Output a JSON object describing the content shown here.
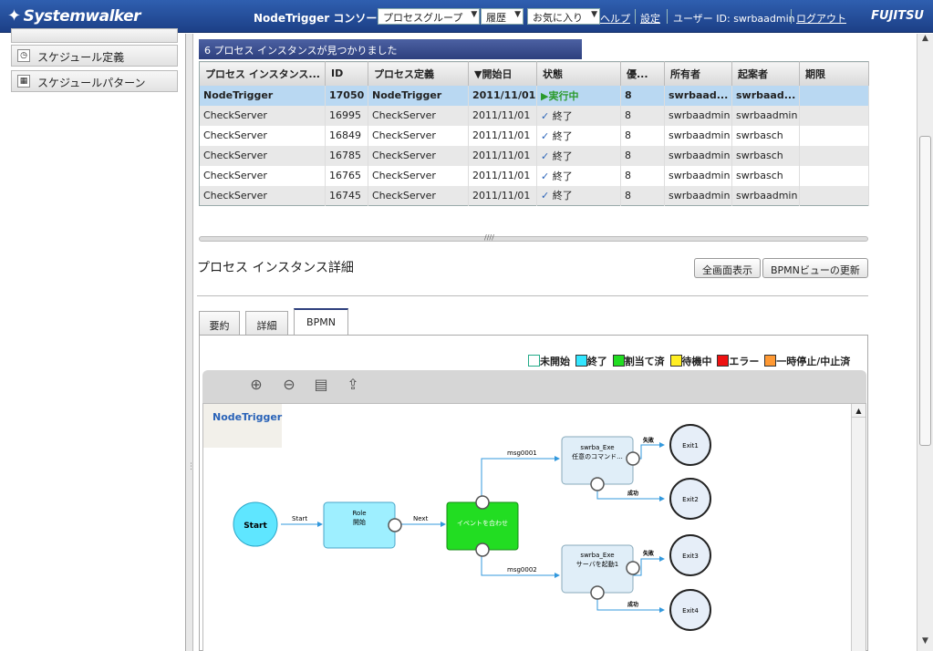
{
  "header": {
    "logo": "Systemwalker",
    "console_title": "NodeTrigger コンソール",
    "menus": [
      "プロセスグループ",
      "履歴",
      "お気に入り"
    ],
    "help": "ヘルプ",
    "settings": "設定",
    "user_label": "ユーザー ID: swrbaadmin",
    "logout": "ログアウト",
    "brand": "FUJITSU"
  },
  "sidebar": {
    "items": [
      {
        "label": "スケジュール定義"
      },
      {
        "label": "スケジュールパターン"
      }
    ]
  },
  "main": {
    "found_text": "6 プロセス インスタンスが見つかりました",
    "columns": [
      "プロセス インスタンス...",
      "ID",
      "プロセス定義",
      "▼開始日",
      "状態",
      "優...",
      "所有者",
      "起案者",
      "期限"
    ],
    "rows": [
      {
        "name": "NodeTrigger",
        "id": "17050",
        "def": "NodeTrigger",
        "date": "2011/11/01",
        "status": "実行中",
        "priority": "8",
        "owner": "swrbaad...",
        "initiator": "swrbaad...",
        "due": ""
      },
      {
        "name": "CheckServer",
        "id": "16995",
        "def": "CheckServer",
        "date": "2011/11/01",
        "status": "終了",
        "priority": "8",
        "owner": "swrbaadmin",
        "initiator": "swrbaadmin",
        "due": ""
      },
      {
        "name": "CheckServer",
        "id": "16849",
        "def": "CheckServer",
        "date": "2011/11/01",
        "status": "終了",
        "priority": "8",
        "owner": "swrbaadmin",
        "initiator": "swrbasch",
        "due": ""
      },
      {
        "name": "CheckServer",
        "id": "16785",
        "def": "CheckServer",
        "date": "2011/11/01",
        "status": "終了",
        "priority": "8",
        "owner": "swrbaadmin",
        "initiator": "swrbasch",
        "due": ""
      },
      {
        "name": "CheckServer",
        "id": "16765",
        "def": "CheckServer",
        "date": "2011/11/01",
        "status": "終了",
        "priority": "8",
        "owner": "swrbaadmin",
        "initiator": "swrbasch",
        "due": ""
      },
      {
        "name": "CheckServer",
        "id": "16745",
        "def": "CheckServer",
        "date": "2011/11/01",
        "status": "終了",
        "priority": "8",
        "owner": "swrbaadmin",
        "initiator": "swrbaadmin",
        "due": ""
      }
    ],
    "detail_title": "プロセス インスタンス詳細",
    "fullscreen_button": "全画面表示",
    "refresh_button": "BPMNビューの更新",
    "tabs": [
      "要約",
      "詳細",
      "BPMN"
    ],
    "legend": [
      {
        "label": "未開始",
        "color": "#ffffff"
      },
      {
        "label": "終了",
        "color": "#33e6ff"
      },
      {
        "label": "割当て済",
        "color": "#22dd22"
      },
      {
        "label": "待機中",
        "color": "#ffee22"
      },
      {
        "label": "エラー",
        "color": "#ee1111"
      },
      {
        "label": "一時停止/中止済",
        "color": "#ff9933"
      }
    ],
    "diagram": {
      "title": "NodeTrigger",
      "start": "Start",
      "role_top": "Role",
      "role_bottom": "開始",
      "wait": "イベントを合わせ",
      "exe1_top": "swrba_Exe",
      "exe1_bottom": "任意のコマンド...",
      "exe2_top": "swrba_Exe",
      "exe2_bottom": "サーバを起動1",
      "exit1": "Exit1",
      "exit2": "Exit2",
      "exit3": "Exit3",
      "exit4": "Exit4",
      "edge_start": "Start",
      "edge_next": "Next",
      "edge_msg1": "msg0001",
      "edge_msg2": "msg0002",
      "edge_fail": "失敗",
      "edge_success": "成功"
    }
  }
}
